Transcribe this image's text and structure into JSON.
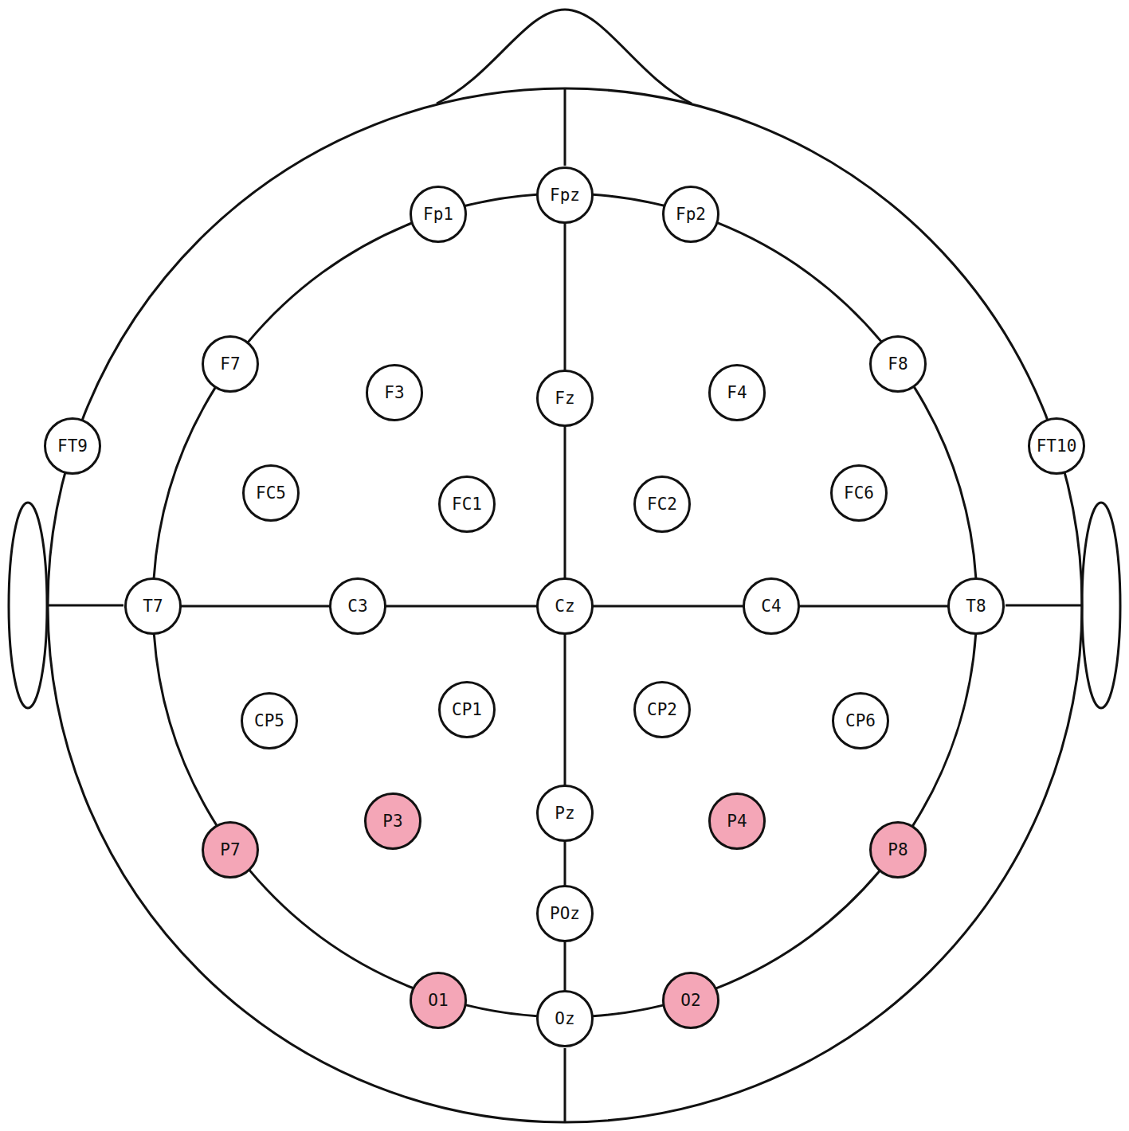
{
  "diagram": {
    "nodes": [
      {
        "text": [
          "Fpz"
        ]
      },
      {
        "text": [
          "Fp1"
        ]
      },
      {
        "text": [
          "Fp2"
        ]
      },
      {
        "text": [
          "F7"
        ]
      },
      {
        "text": [
          "F3"
        ]
      },
      {
        "text": [
          "Fz"
        ]
      },
      {
        "text": [
          "F4"
        ]
      },
      {
        "text": [
          "F8"
        ]
      },
      {
        "text": [
          "FT9"
        ]
      },
      {
        "text": [
          "FT10"
        ]
      },
      {
        "text": [
          "FC5"
        ]
      },
      {
        "text": [
          "FC1"
        ]
      },
      {
        "text": [
          "FC2"
        ]
      },
      {
        "text": [
          "FC6"
        ]
      },
      {
        "text": [
          "T7"
        ]
      },
      {
        "text": [
          "C3"
        ]
      },
      {
        "text": [
          "Cz"
        ]
      },
      {
        "text": [
          "C4"
        ]
      },
      {
        "text": [
          "T8"
        ]
      },
      {
        "text": [
          "CP5"
        ]
      },
      {
        "text": [
          "CP1"
        ]
      },
      {
        "text": [
          "CP2"
        ]
      },
      {
        "text": [
          "CP6"
        ]
      },
      {
        "text": [
          "P7"
        ]
      },
      {
        "text": [
          "P3"
        ]
      },
      {
        "text": [
          "Pz"
        ]
      },
      {
        "text": [
          "P4"
        ]
      },
      {
        "text": [
          "P8"
        ]
      },
      {
        "text": [
          "POz"
        ]
      },
      {
        "text": [
          "O1"
        ]
      },
      {
        "text": [
          "Oz"
        ]
      },
      {
        "text": [
          "O2"
        ]
      }
    ],
    "edges": [
      {
        "from": 1,
        "to": 0,
        "arrow": "none"
      },
      {
        "from": 0,
        "to": 2,
        "arrow": "none"
      },
      {
        "from": 1,
        "to": 3,
        "arrow": "none"
      },
      {
        "from": 3,
        "to": 14,
        "arrow": "none"
      },
      {
        "from": 14,
        "to": 23,
        "arrow": "none"
      },
      {
        "from": 23,
        "to": 29,
        "arrow": "none"
      },
      {
        "from": 29,
        "to": 30,
        "arrow": "none"
      },
      {
        "from": 30,
        "to": 31,
        "arrow": "none"
      },
      {
        "from": 31,
        "to": 27,
        "arrow": "none"
      },
      {
        "from": 27,
        "to": 18,
        "arrow": "none"
      },
      {
        "from": 18,
        "to": 7,
        "arrow": "none"
      },
      {
        "from": 7,
        "to": 2,
        "arrow": "none"
      },
      {
        "from": 0,
        "to": 5,
        "arrow": "none"
      },
      {
        "from": 5,
        "to": 16,
        "arrow": "none"
      },
      {
        "from": 16,
        "to": 25,
        "arrow": "none"
      },
      {
        "from": 25,
        "to": 28,
        "arrow": "none"
      },
      {
        "from": 28,
        "to": 30,
        "arrow": "none"
      },
      {
        "from": 14,
        "to": 15,
        "arrow": "none"
      },
      {
        "from": 15,
        "to": 16,
        "arrow": "none"
      },
      {
        "from": 16,
        "to": 17,
        "arrow": "none"
      },
      {
        "from": 17,
        "to": 18,
        "arrow": "none"
      }
    ]
  }
}
